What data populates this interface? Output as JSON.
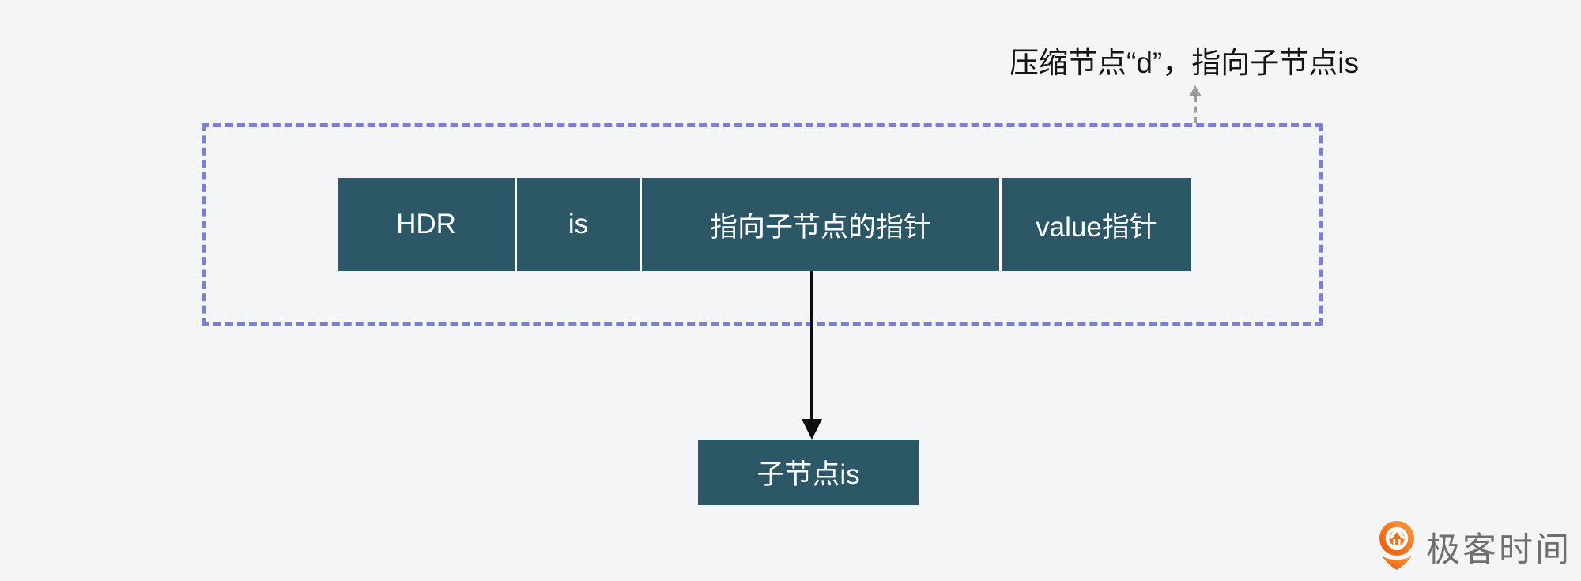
{
  "colors": {
    "background": "#f4f5f7",
    "node_fill": "#2b5766",
    "node_text": "#ffffff",
    "dashed_border": "#7b7fd6",
    "arrow_black": "#0d0d0d",
    "arrow_gray": "#9b9b9b",
    "annotation_text": "#141414",
    "logo_orange": "#ee6a13",
    "logo_text": "#6f6f6f"
  },
  "annotation": {
    "text": "压缩节点“d”，指向子节点is"
  },
  "compressed_node": {
    "cells": [
      {
        "label": "HDR"
      },
      {
        "label": "is"
      },
      {
        "label": "指向子节点的指针"
      },
      {
        "label": "value指针"
      }
    ]
  },
  "child_node": {
    "label": "子节点is"
  },
  "logo": {
    "text": "极客时间",
    "icon": "geektime-pin-arrow-icon"
  }
}
